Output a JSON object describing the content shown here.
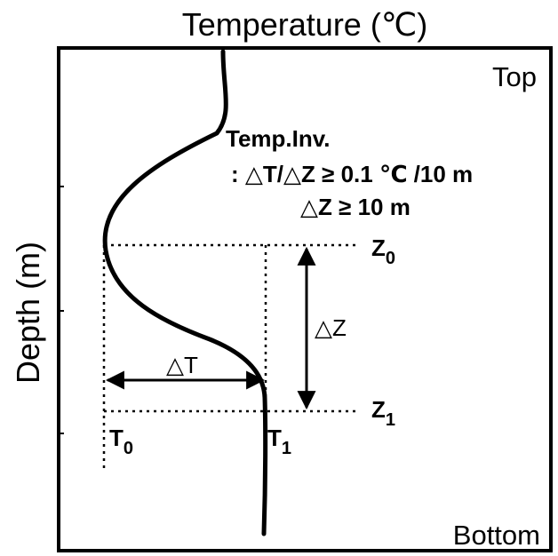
{
  "diagram": {
    "x_axis_title": "Temperature (℃)",
    "y_axis_title": "Depth (m)",
    "top_label": "Top",
    "bottom_label": "Bottom",
    "criteria": {
      "title": "Temp.Inv.",
      "line1": ": △T/△Z ≥ 0.1 ℃ /10 m",
      "line2": "△Z ≥ 10 m"
    },
    "delta_t_label": "△T",
    "delta_z_label": "△Z",
    "z0": {
      "main": "Z",
      "sub": "0"
    },
    "z1": {
      "main": "Z",
      "sub": "1"
    },
    "t0": {
      "main": "T",
      "sub": "0"
    },
    "t1": {
      "main": "T",
      "sub": "1"
    },
    "colors": {
      "line": "#000000",
      "background": "#ffffff"
    }
  }
}
